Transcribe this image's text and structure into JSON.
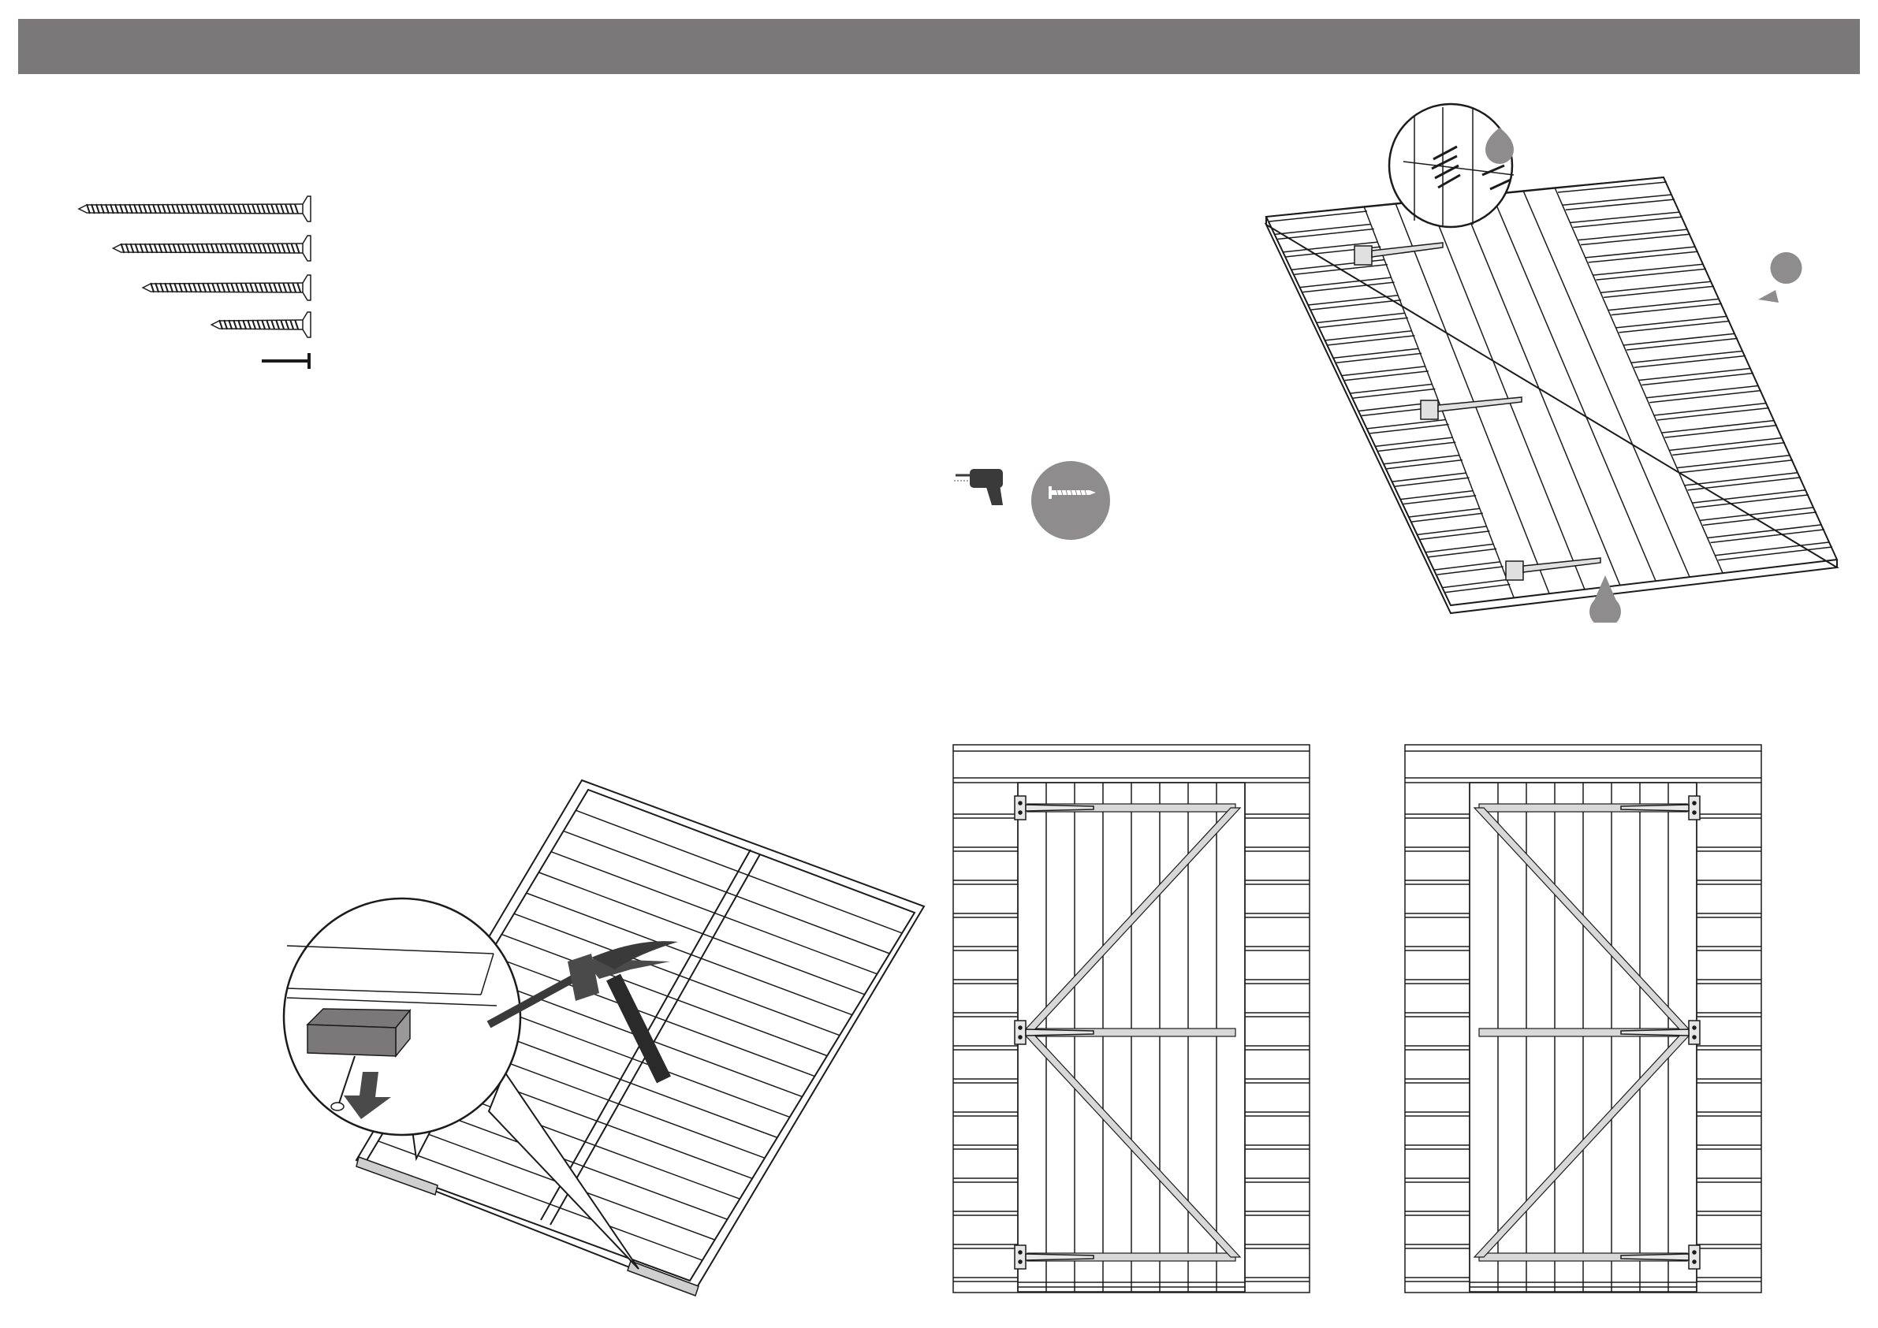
{
  "header": {
    "title": ""
  },
  "parts": {
    "screws": [
      {
        "name": "screw-1",
        "length": 1.0
      },
      {
        "name": "screw-2",
        "length": 0.85
      },
      {
        "name": "screw-3",
        "length": 0.72
      },
      {
        "name": "screw-4",
        "length": 0.42
      },
      {
        "name": "nail-1",
        "length": 0.2
      }
    ]
  },
  "tools": {
    "drill": "drill-icon",
    "screw_badge": "screw-icon",
    "hammer": "hammer-icon"
  },
  "colors": {
    "header": "#7a7878",
    "badge": "#8e8c8c",
    "line": "#1b1b1b",
    "brace": "#d8d8d8"
  },
  "bottom_caption": ""
}
